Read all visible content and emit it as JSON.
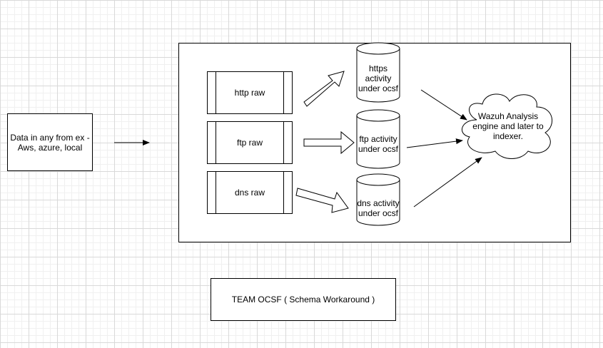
{
  "diagram": {
    "source_box": {
      "label": "Data in any from ex - Aws, azure, local"
    },
    "raw_processes": [
      {
        "label": "http raw"
      },
      {
        "label": "ftp raw"
      },
      {
        "label": "dns raw"
      }
    ],
    "databases": [
      {
        "label": "https activity under ocsf"
      },
      {
        "label": "ftp activity under ocsf"
      },
      {
        "label": "dns activity under ocsf"
      }
    ],
    "cloud": {
      "label": "Wazuh Analysis engine and later to indexer."
    },
    "team_box": {
      "label": "TEAM OCSF ( Schema Workaround )"
    }
  },
  "colors": {
    "stroke": "#000000",
    "fill": "#ffffff",
    "grid_major": "#d9d9d9",
    "grid_minor": "#f0f0f0"
  }
}
